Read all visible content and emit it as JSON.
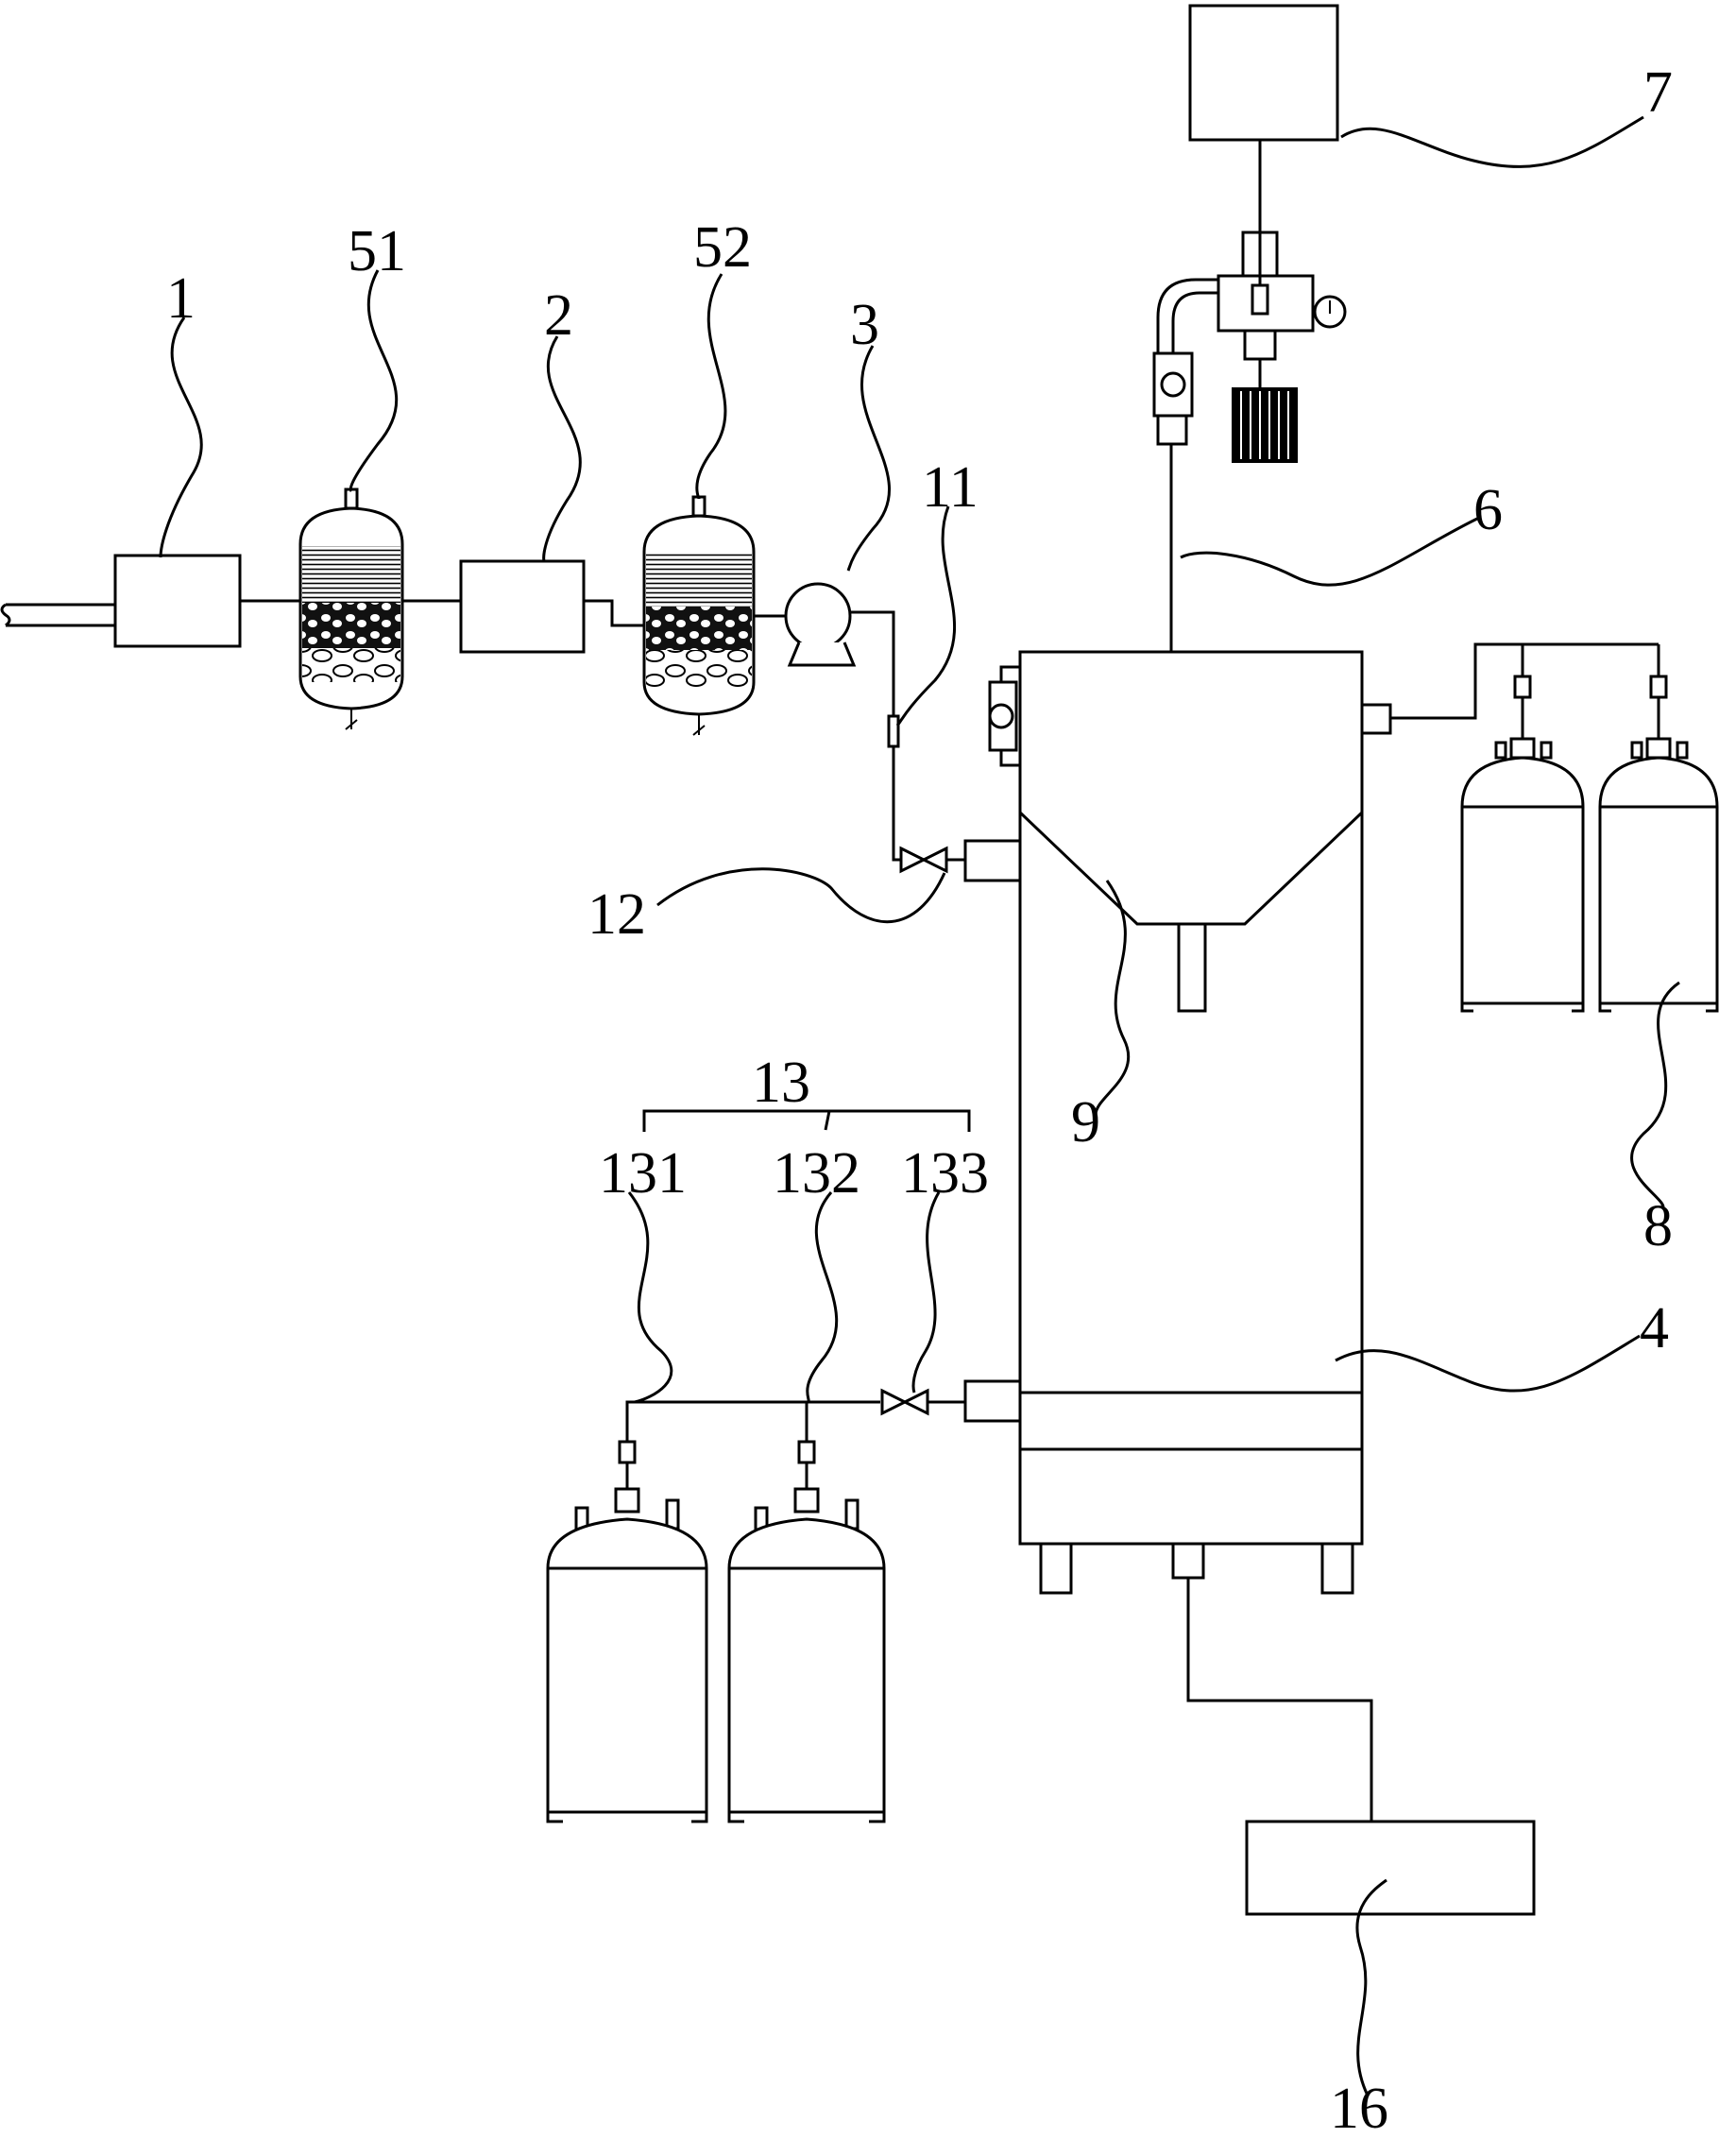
{
  "labels": {
    "l1": "1",
    "l2": "2",
    "l3": "3",
    "l4": "4",
    "l6": "6",
    "l7": "7",
    "l8": "8",
    "l9": "9",
    "l11": "11",
    "l12": "12",
    "l13": "13",
    "l16": "16",
    "l51": "51",
    "l52": "52",
    "l131": "131",
    "l132": "132",
    "l133": "133"
  }
}
